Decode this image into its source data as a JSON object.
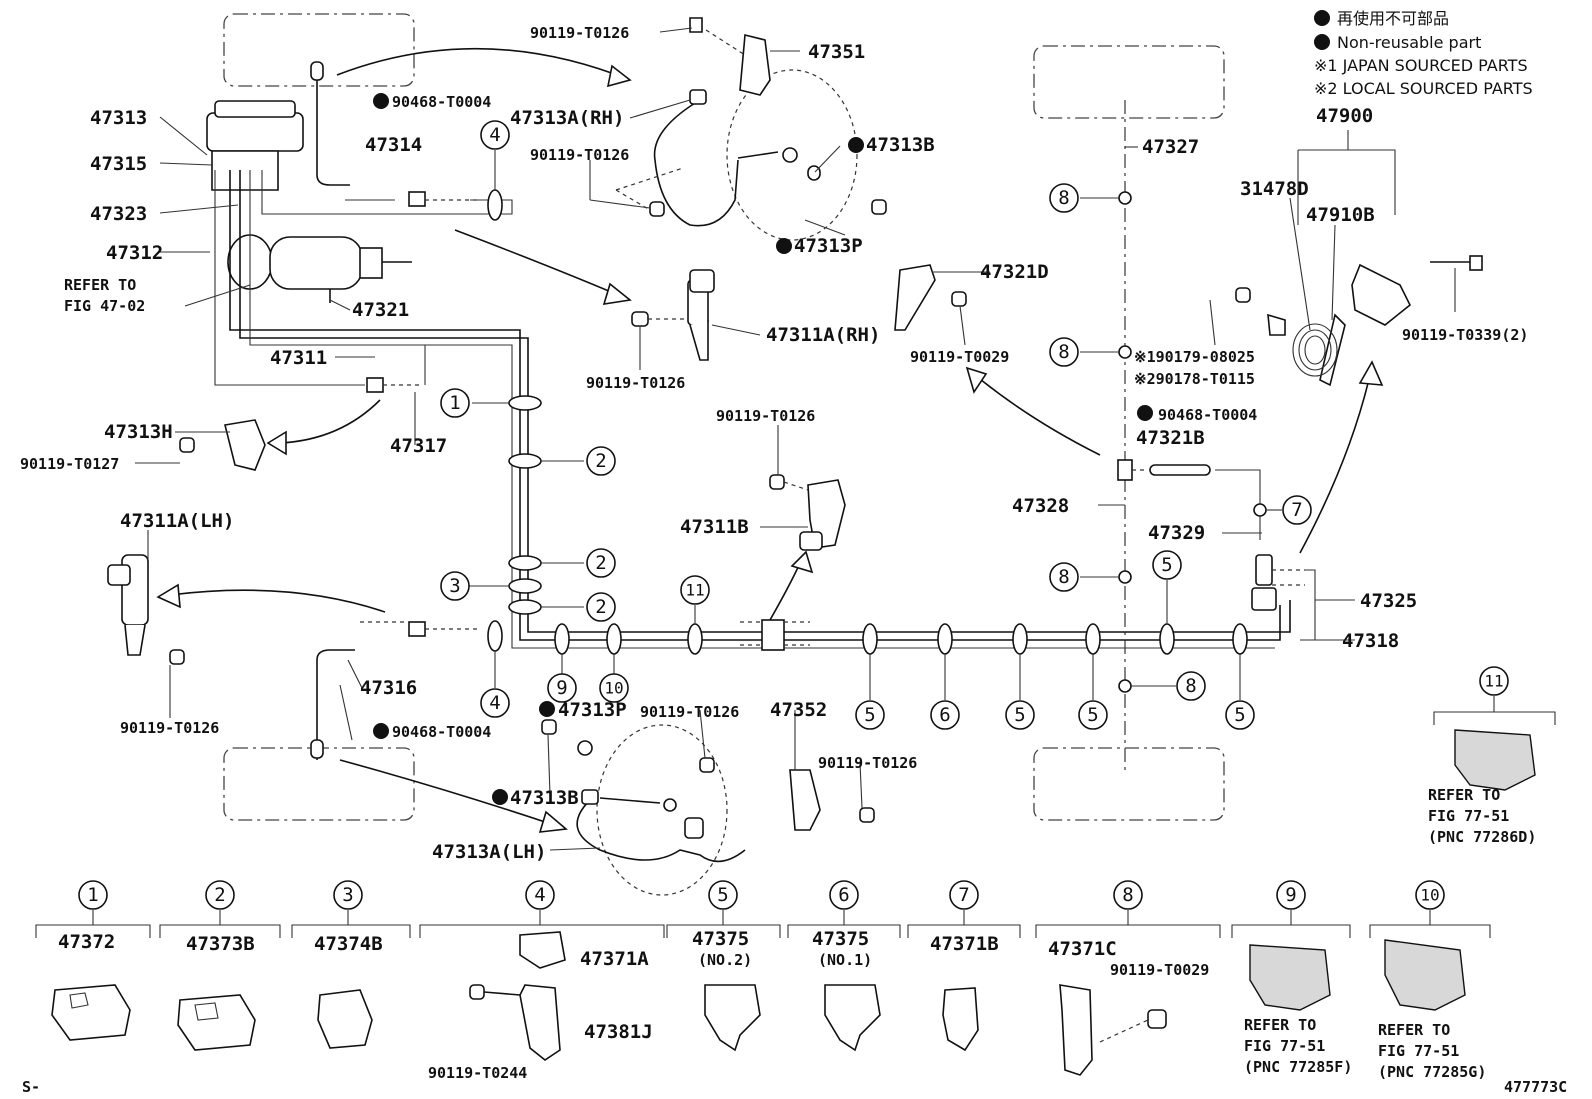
{
  "legend": {
    "line1": "再使用不可部品",
    "line2": "Non-reusable part",
    "line3": "※1 JAPAN SOURCED PARTS",
    "line4": "※2 LOCAL SOURCED PARTS"
  },
  "labels": {
    "p47313": "47313",
    "p47315": "47315",
    "p47323": "47323",
    "p47312": "47312",
    "refer1": "REFER TO",
    "refer1b": "FIG 47-02",
    "p47321": "47321",
    "p47311": "47311",
    "p47313H": "47313H",
    "b_t0127": "90119-T0127",
    "p47317": "47317",
    "p47311ALH": "47311A(LH)",
    "b_t0126_lh": "90119-T0126",
    "p47316": "47316",
    "c_t0004_b": "90468-T0004",
    "c_t0004_t": "90468-T0004",
    "p47314": "47314",
    "b_t0126_top": "90119-T0126",
    "p47351": "47351",
    "p47313ARH": "47313A(RH)",
    "b_t0126_rh": "90119-T0126",
    "p47313B_t": "47313B",
    "p47313P_t": "47313P",
    "p47311ARH": "47311A(RH)",
    "b_t0126_mid": "90119-T0126",
    "b_t0126_311b": "90119-T0126",
    "p47311B": "47311B",
    "p47313P_b": "47313P",
    "p47313B_b": "47313B",
    "b_t0126_low": "90119-T0126",
    "p47352": "47352",
    "b_t0126_352": "90119-T0126",
    "p47313ALH": "47313A(LH)",
    "p47327": "47327",
    "p47321D": "47321D",
    "b_t0029": "90119-T0029",
    "r_08025": "※190179-08025",
    "r_t0115": "※290178-T0115",
    "c_t0004_r": "90468-T0004",
    "p47321B": "47321B",
    "p47328": "47328",
    "p47329": "47329",
    "p47325": "47325",
    "p47318": "47318",
    "p47900": "47900",
    "p31478D": "31478D",
    "p47910B": "47910B",
    "b_t0339": "90119-T0339(2)",
    "refer11a": "REFER TO",
    "refer11b": "FIG 77-51",
    "refer11c": "(PNC 77286D)",
    "code_left": "S-",
    "code_right": "477773C"
  },
  "callouts": [
    "1",
    "2",
    "2",
    "3",
    "2",
    "4",
    "4",
    "5",
    "5",
    "5",
    "5",
    "5",
    "6",
    "7",
    "8",
    "8",
    "8",
    "8",
    "9",
    "10",
    "11",
    "11"
  ],
  "bottom_parts": [
    {
      "num": "1",
      "part": "47372"
    },
    {
      "num": "2",
      "part": "47373B"
    },
    {
      "num": "3",
      "part": "47374B"
    },
    {
      "num": "4",
      "part": "47371A",
      "part2": "47381J",
      "bolt": "90119-T0244"
    },
    {
      "num": "5",
      "part": "47375",
      "note": "(NO.2)"
    },
    {
      "num": "6",
      "part": "47375",
      "note": "(NO.1)"
    },
    {
      "num": "7",
      "part": "47371B"
    },
    {
      "num": "8",
      "part": "47371C",
      "bolt": "90119-T0029"
    },
    {
      "num": "9",
      "ref1": "REFER TO",
      "ref2": "FIG 77-51",
      "ref3": "(PNC 77285F)"
    },
    {
      "num": "10",
      "ref1": "REFER TO",
      "ref2": "FIG 77-51",
      "ref3": "(PNC 77285G)"
    }
  ]
}
